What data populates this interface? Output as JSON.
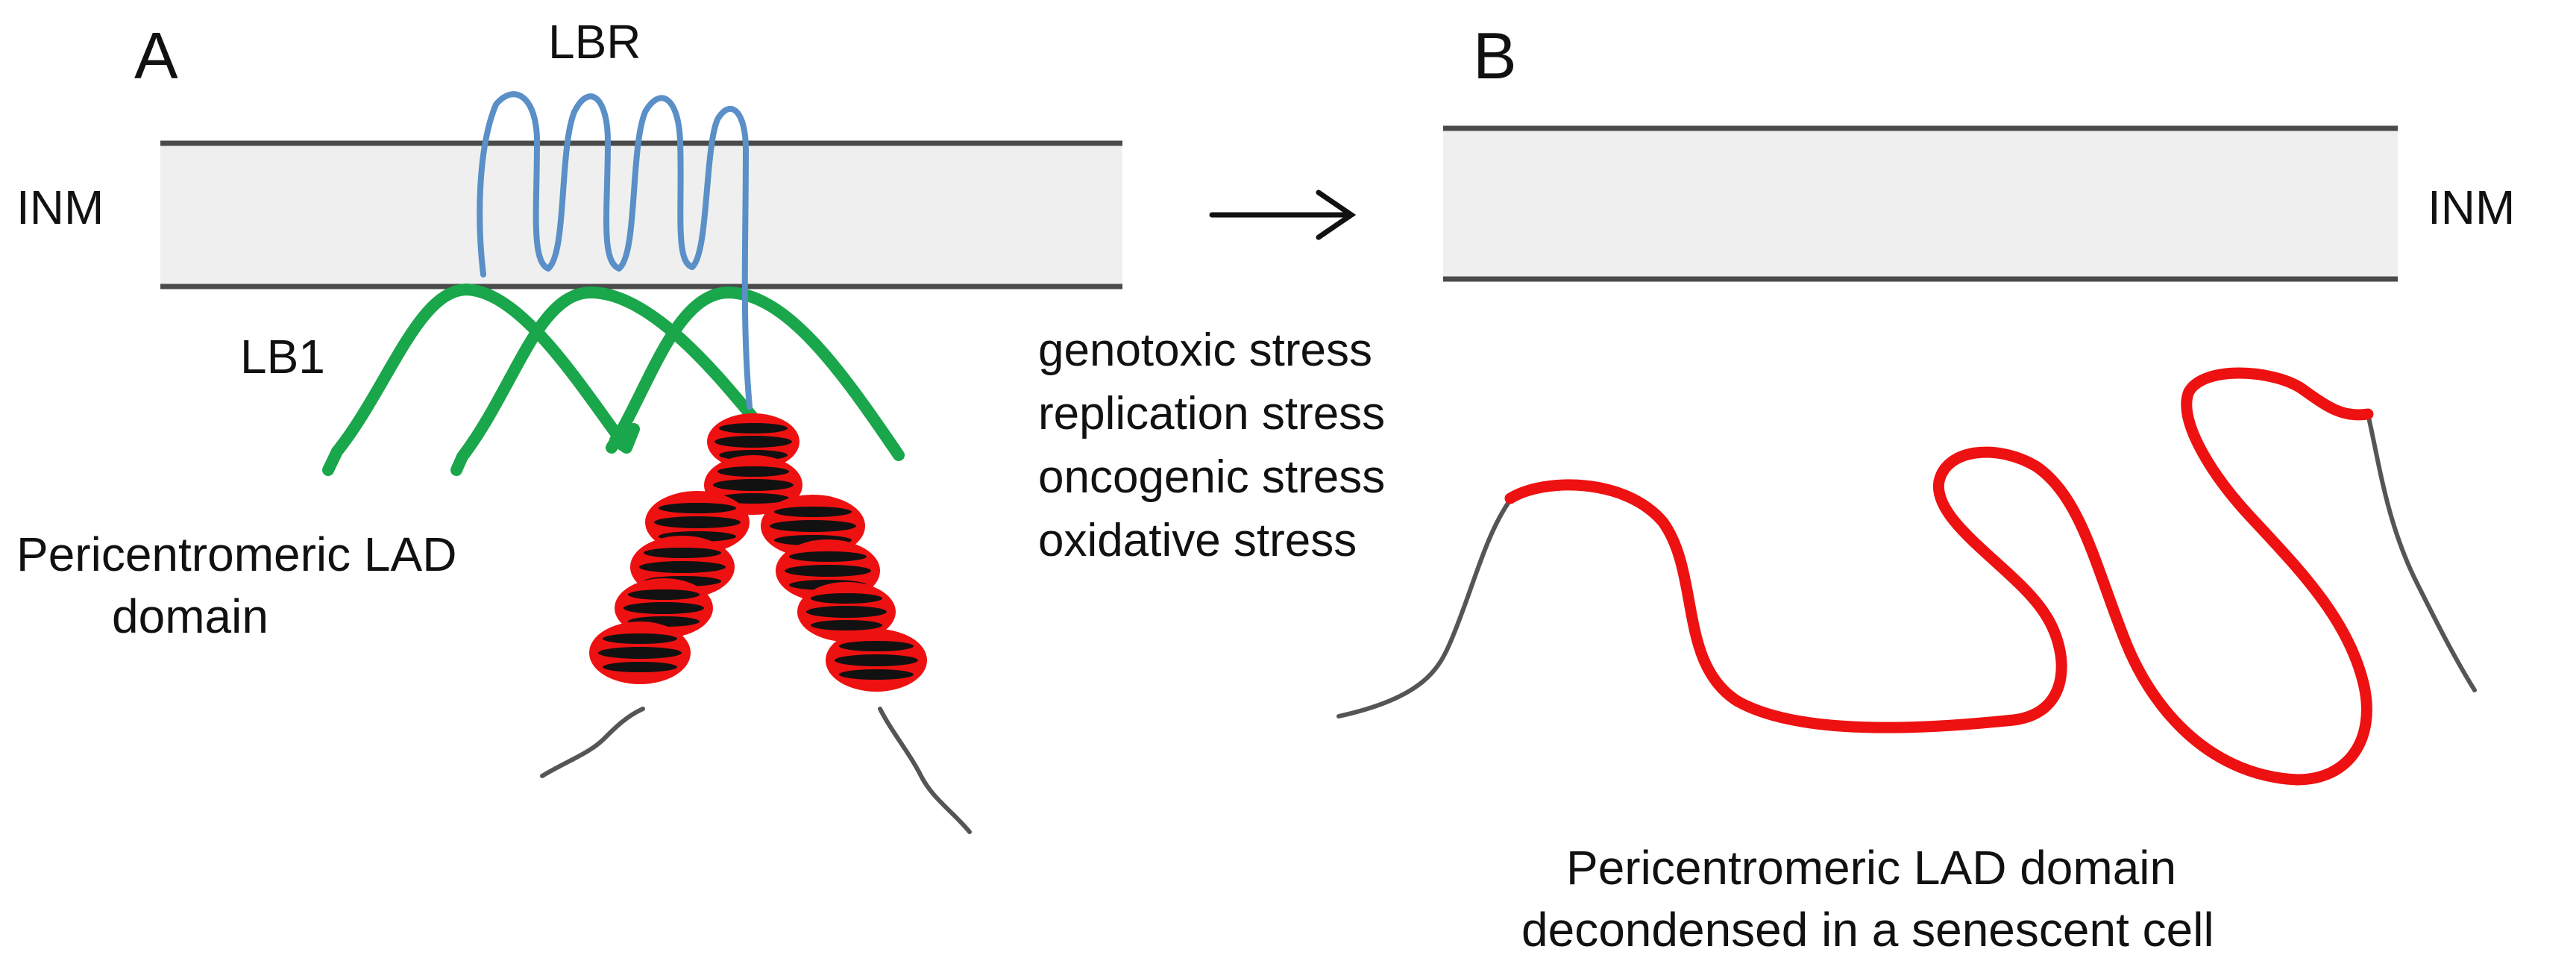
{
  "panels": {
    "a": {
      "letter": "A",
      "membrane_label": "INM",
      "receptor_label": "LBR",
      "lamin_label": "LB1",
      "domain_label_line1": "Pericentromeric LAD",
      "domain_label_line2": "domain"
    },
    "b": {
      "letter": "B",
      "membrane_label": "INM",
      "caption_line1": "Pericentromeric LAD domain",
      "caption_line2": "decondensed in a senescent cell"
    }
  },
  "stresses": [
    "genotoxic stress",
    "replication stress",
    "oncogenic stress",
    "oxidative stress"
  ],
  "colors": {
    "membrane_fill": "#efefef",
    "membrane_line": "#4a4a4a",
    "lbr": "#5a8fc8",
    "lamin_b1": "#1aa64a",
    "chromatin": "#ee1111",
    "nucleosome_core": "#111111",
    "dna": "#555555",
    "arrow": "#111111"
  },
  "icons": {
    "arrow": "right-arrow-icon"
  }
}
